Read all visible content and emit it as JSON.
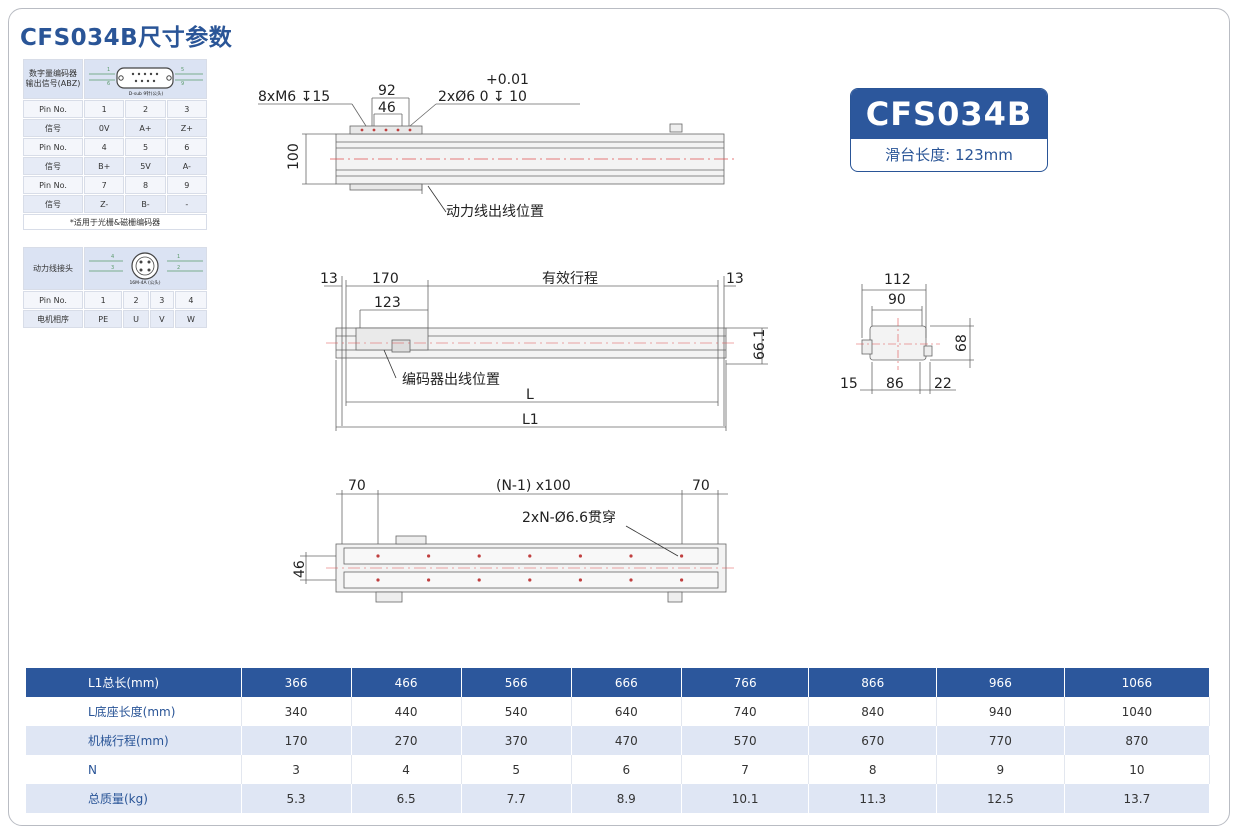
{
  "title": "CFS034B尺寸参数",
  "badge": {
    "model": "CFS034B",
    "subtitle": "滑台长度: 123mm"
  },
  "encoder": {
    "header": [
      "数字量编码器",
      "输出信号(ABZ)"
    ],
    "connector_label": "D-sub 9针(公头)",
    "connector_pins": [
      "1",
      "5",
      "6",
      "9"
    ],
    "rows": [
      [
        "Pin No.",
        "1",
        "2",
        "3"
      ],
      [
        "信号",
        "0V",
        "A+",
        "Z+"
      ],
      [
        "Pin No.",
        "4",
        "5",
        "6"
      ],
      [
        "信号",
        "B+",
        "5V",
        "A-"
      ],
      [
        "Pin No.",
        "7",
        "8",
        "9"
      ],
      [
        "信号",
        "Z-",
        "B-",
        "-"
      ]
    ],
    "note": "*适用于光栅&磁栅编码器"
  },
  "power": {
    "header": "动力线接头",
    "connector_label": "16M-4A (公头)",
    "connector_pins": [
      "4",
      "3",
      "1",
      "2"
    ],
    "rows": [
      [
        "Pin No.",
        "1",
        "2",
        "3",
        "4"
      ],
      [
        "电机相序",
        "PE",
        "U",
        "V",
        "W"
      ]
    ]
  },
  "drawing_top": {
    "dim_92": "92",
    "dim_46": "46",
    "dim_100": "100",
    "hole_spec": "8xM6 ↧15",
    "pin_spec_tol": "+0.01",
    "pin_spec": "2xØ6  0    ↧ 10",
    "power_exit": "动力线出线位置"
  },
  "drawing_side": {
    "dim_13a": "13",
    "dim_170": "170",
    "stroke": "有效行程",
    "dim_13b": "13",
    "dim_123": "123",
    "dim_661": "66.1",
    "encoder_exit": "编码器出线位置",
    "dim_L": "L",
    "dim_L1": "L1"
  },
  "drawing_end": {
    "dim_112": "112",
    "dim_90": "90",
    "dim_68": "68",
    "dim_15": "15",
    "dim_86": "86",
    "dim_22": "22"
  },
  "drawing_bottom": {
    "dim_70a": "70",
    "pitch": "(N-1) x100",
    "dim_70b": "70",
    "through_holes": "2xN-Ø6.6贯穿",
    "dim_46": "46"
  },
  "spec_table": {
    "rows": [
      {
        "label": "L1总长(mm)",
        "values": [
          "366",
          "466",
          "566",
          "666",
          "766",
          "866",
          "966",
          "1066"
        ]
      },
      {
        "label": "L底座长度(mm)",
        "values": [
          "340",
          "440",
          "540",
          "640",
          "740",
          "840",
          "940",
          "1040"
        ]
      },
      {
        "label": "机械行程(mm)",
        "values": [
          "170",
          "270",
          "370",
          "470",
          "570",
          "670",
          "770",
          "870"
        ]
      },
      {
        "label": "N",
        "values": [
          "3",
          "4",
          "5",
          "6",
          "7",
          "8",
          "9",
          "10"
        ]
      },
      {
        "label": "总质量(kg)",
        "values": [
          "5.3",
          "6.5",
          "7.7",
          "8.9",
          "10.1",
          "11.3",
          "12.5",
          "13.7"
        ]
      }
    ]
  },
  "colors": {
    "accent": "#2c579c",
    "row_alt": "#dfe6f4",
    "centerline": "#e05050"
  }
}
